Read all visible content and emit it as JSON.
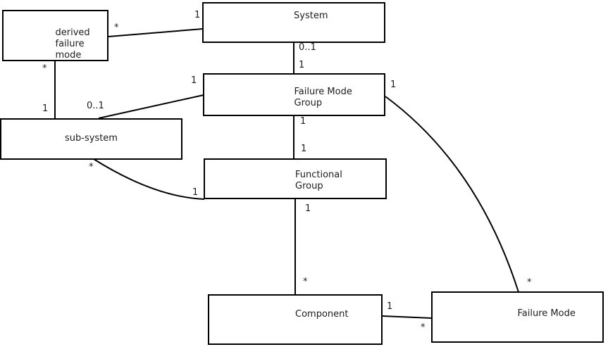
{
  "colors": {
    "background": "#ffffff",
    "line": "#000000",
    "text": "#1c1c1c"
  },
  "entities": [
    {
      "id": "derived-failure-mode",
      "name": "derived failure mode",
      "lines": [
        "derived",
        "failure",
        "mode"
      ]
    },
    {
      "id": "system",
      "name": "System",
      "lines": [
        "System"
      ]
    },
    {
      "id": "failure-mode-group",
      "name": "Failure Mode Group",
      "lines": [
        "Failure Mode",
        "Group"
      ]
    },
    {
      "id": "sub-system",
      "name": "sub-system",
      "lines": [
        "sub-system"
      ]
    },
    {
      "id": "functional-group",
      "name": "Functional Group",
      "lines": [
        "Functional",
        "Group"
      ]
    },
    {
      "id": "component",
      "name": "Component",
      "lines": [
        "Component"
      ]
    },
    {
      "id": "failure-mode",
      "name": "Failure Mode",
      "lines": [
        "Failure Mode"
      ]
    }
  ],
  "relationships": [
    {
      "from": "derived failure mode",
      "to": "System",
      "from_mult": "*",
      "to_mult": "1"
    },
    {
      "from": "System",
      "to": "Failure Mode Group",
      "from_mult": "0..1",
      "to_mult": "1"
    },
    {
      "from": "derived failure mode",
      "to": "sub-system",
      "from_mult": "*",
      "to_mult": "1"
    },
    {
      "from": "sub-system",
      "to": "Failure Mode Group",
      "from_mult": "0..1",
      "to_mult": "1"
    },
    {
      "from": "Failure Mode Group",
      "to": "Functional Group",
      "from_mult": "1",
      "to_mult": "1"
    },
    {
      "from": "sub-system",
      "to": "Functional Group",
      "from_mult": "*",
      "to_mult": "1"
    },
    {
      "from": "Functional Group",
      "to": "Component",
      "from_mult": "1",
      "to_mult": "*"
    },
    {
      "from": "Component",
      "to": "Failure Mode",
      "from_mult": "1",
      "to_mult": "*"
    },
    {
      "from": "Failure Mode Group",
      "to": "Failure Mode",
      "from_mult": "1",
      "to_mult": "*"
    }
  ]
}
